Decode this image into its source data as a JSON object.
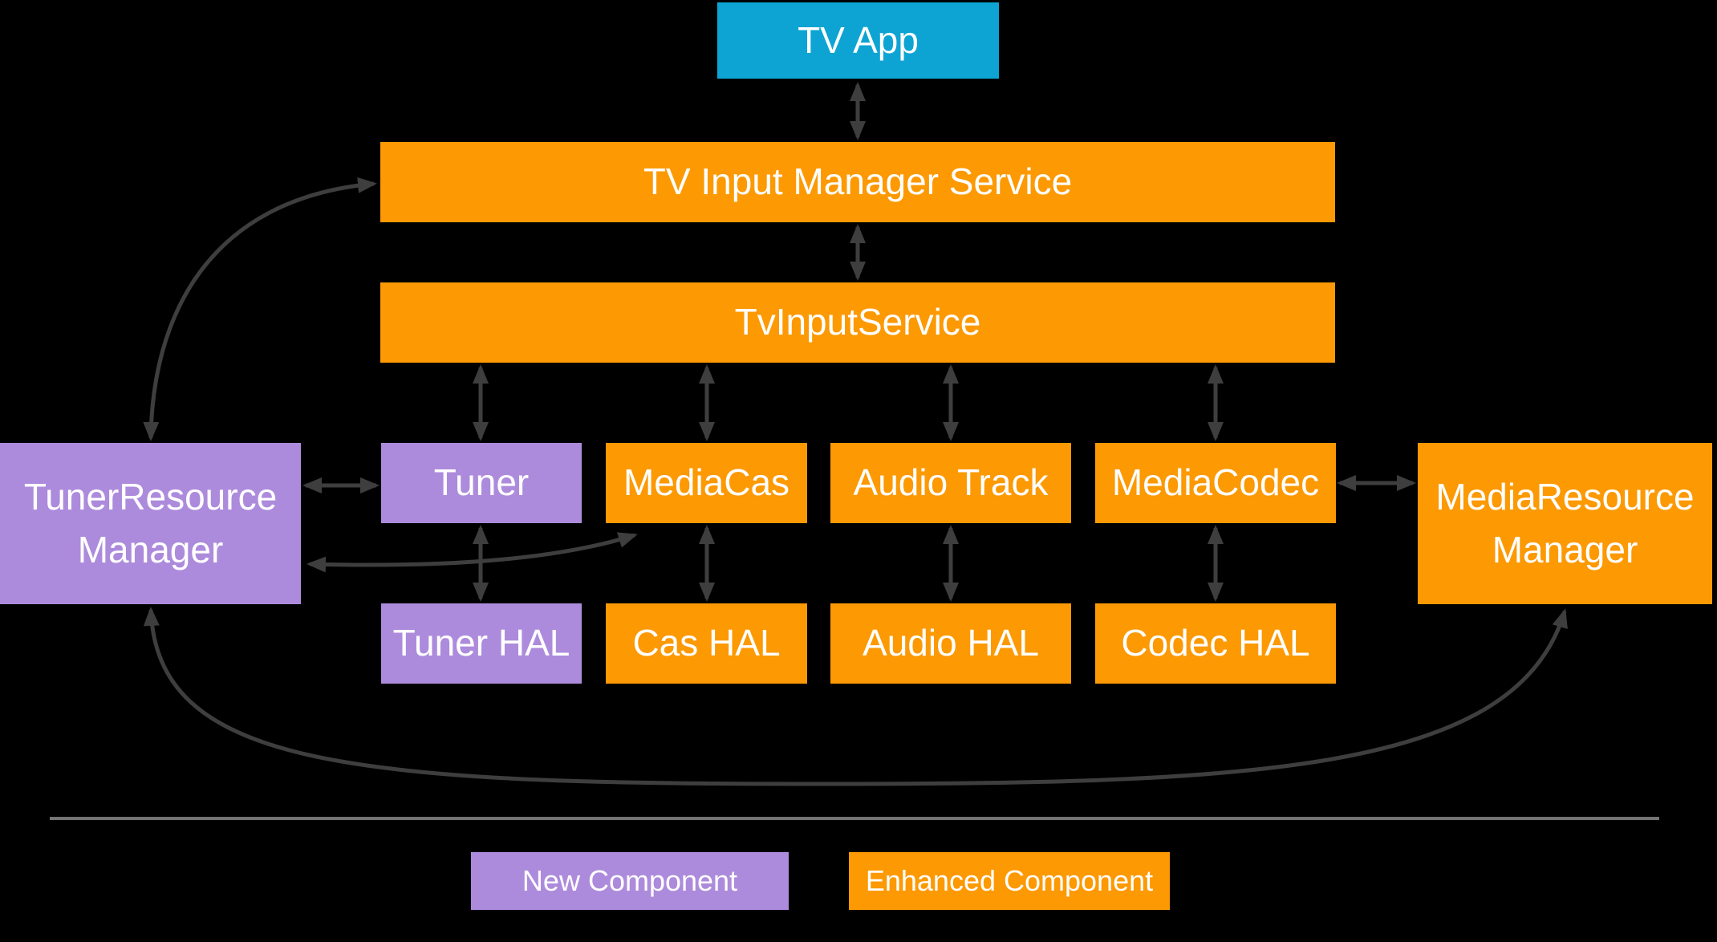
{
  "diagram": {
    "colors": {
      "background": "#000000",
      "box_text": "#ffffff",
      "cyan": "#0da4d3",
      "orange": "#fc9903",
      "purple": "#ad8bdc",
      "arrow": "#3e3e3e",
      "divider": "#737373"
    },
    "nodes": {
      "tv_app": {
        "label": "TV App",
        "kind": "app"
      },
      "tv_input_manager_service": {
        "label": "TV Input Manager Service",
        "kind": "enhanced"
      },
      "tv_input_service": {
        "label": "TvInputService",
        "kind": "enhanced"
      },
      "tuner": {
        "label": "Tuner",
        "kind": "new"
      },
      "media_cas": {
        "label": "MediaCas",
        "kind": "enhanced"
      },
      "audio_track": {
        "label": "Audio Track",
        "kind": "enhanced"
      },
      "media_codec": {
        "label": "MediaCodec",
        "kind": "enhanced"
      },
      "tuner_resource_manager": {
        "label": "TunerResource Manager",
        "kind": "new"
      },
      "media_resource_manager": {
        "label": "MediaResource Manager",
        "kind": "enhanced"
      },
      "tuner_hal": {
        "label": "Tuner HAL",
        "kind": "new"
      },
      "cas_hal": {
        "label": "Cas HAL",
        "kind": "enhanced"
      },
      "audio_hal": {
        "label": "Audio HAL",
        "kind": "enhanced"
      },
      "codec_hal": {
        "label": "Codec HAL",
        "kind": "enhanced"
      }
    },
    "edges": [
      {
        "from": "tv_app",
        "to": "tv_input_manager_service",
        "bidirectional": true,
        "style": "straight"
      },
      {
        "from": "tv_input_manager_service",
        "to": "tv_input_service",
        "bidirectional": true,
        "style": "straight"
      },
      {
        "from": "tv_input_service",
        "to": "tuner",
        "bidirectional": true,
        "style": "straight"
      },
      {
        "from": "tv_input_service",
        "to": "media_cas",
        "bidirectional": true,
        "style": "straight"
      },
      {
        "from": "tv_input_service",
        "to": "audio_track",
        "bidirectional": true,
        "style": "straight"
      },
      {
        "from": "tv_input_service",
        "to": "media_codec",
        "bidirectional": true,
        "style": "straight"
      },
      {
        "from": "tuner",
        "to": "tuner_hal",
        "bidirectional": true,
        "style": "straight"
      },
      {
        "from": "media_cas",
        "to": "cas_hal",
        "bidirectional": true,
        "style": "straight"
      },
      {
        "from": "audio_track",
        "to": "audio_hal",
        "bidirectional": true,
        "style": "straight"
      },
      {
        "from": "media_codec",
        "to": "codec_hal",
        "bidirectional": true,
        "style": "straight"
      },
      {
        "from": "tuner_resource_manager",
        "to": "tuner",
        "bidirectional": true,
        "style": "straight"
      },
      {
        "from": "media_codec",
        "to": "media_resource_manager",
        "bidirectional": true,
        "style": "straight"
      },
      {
        "from": "tuner_resource_manager",
        "to": "tv_input_manager_service",
        "bidirectional": true,
        "style": "curved"
      },
      {
        "from": "tuner_resource_manager",
        "to": "media_cas",
        "bidirectional": true,
        "style": "curved"
      },
      {
        "from": "tuner_resource_manager",
        "to": "media_resource_manager",
        "bidirectional": true,
        "style": "curved"
      }
    ],
    "legend": {
      "new_component": {
        "label": "New Component"
      },
      "enhanced_component": {
        "label": "Enhanced Component"
      }
    }
  }
}
